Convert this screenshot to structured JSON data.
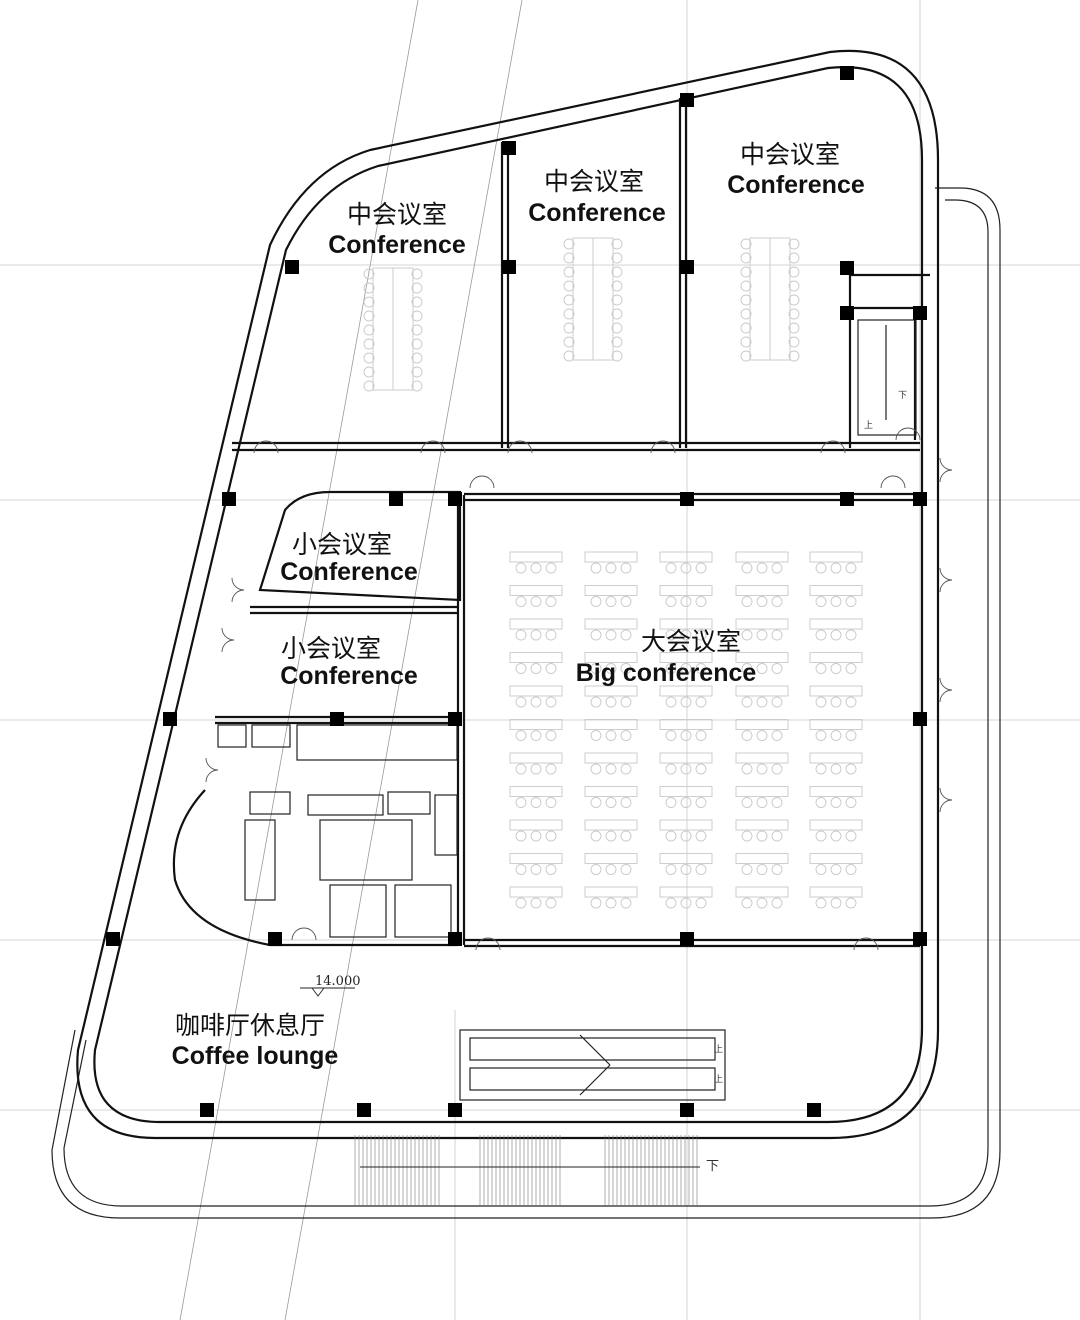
{
  "rooms": {
    "conference_1": {
      "name_cn": "中会议室",
      "name_en": "Conference"
    },
    "conference_2": {
      "name_cn": "中会议室",
      "name_en": "Conference"
    },
    "conference_3": {
      "name_cn": "中会议室",
      "name_en": "Conference"
    },
    "small_conference_1": {
      "name_cn": "小会议室",
      "name_en": "Conference"
    },
    "small_conference_2": {
      "name_cn": "小会议室",
      "name_en": "Conference"
    },
    "big_conference": {
      "name_cn": "大会议室",
      "name_en": "Big conference"
    },
    "coffee_lounge": {
      "name_cn": "咖啡厅休息厅",
      "name_en": "Coffee lounge"
    }
  },
  "elevation": "14.000",
  "stair_marks": {
    "up": "上",
    "down": "下"
  }
}
